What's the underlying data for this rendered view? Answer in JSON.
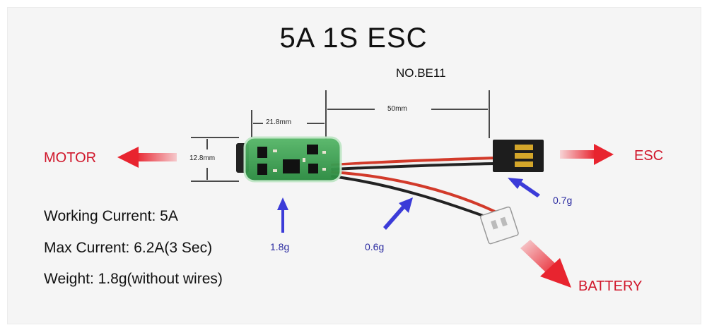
{
  "title": "5A 1S ESC",
  "model": "NO.BE11",
  "dimensions": {
    "width": "21.8mm",
    "height": "12.8mm",
    "lead": "50mm"
  },
  "labels": {
    "motor": "MOTOR",
    "esc": "ESC",
    "battery": "BATTERY"
  },
  "weights": {
    "board": "1.8g",
    "wire": "0.6g",
    "plug": "0.7g"
  },
  "specs": [
    "Working Current: 5A",
    "Max Current: 6.2A(3 Sec)",
    "Weight: 1.8g(without wires)"
  ],
  "colors": {
    "arrow_red": "#e8242f",
    "arrow_blue": "#3b3bd8",
    "pcb": "#2f9a4a"
  }
}
